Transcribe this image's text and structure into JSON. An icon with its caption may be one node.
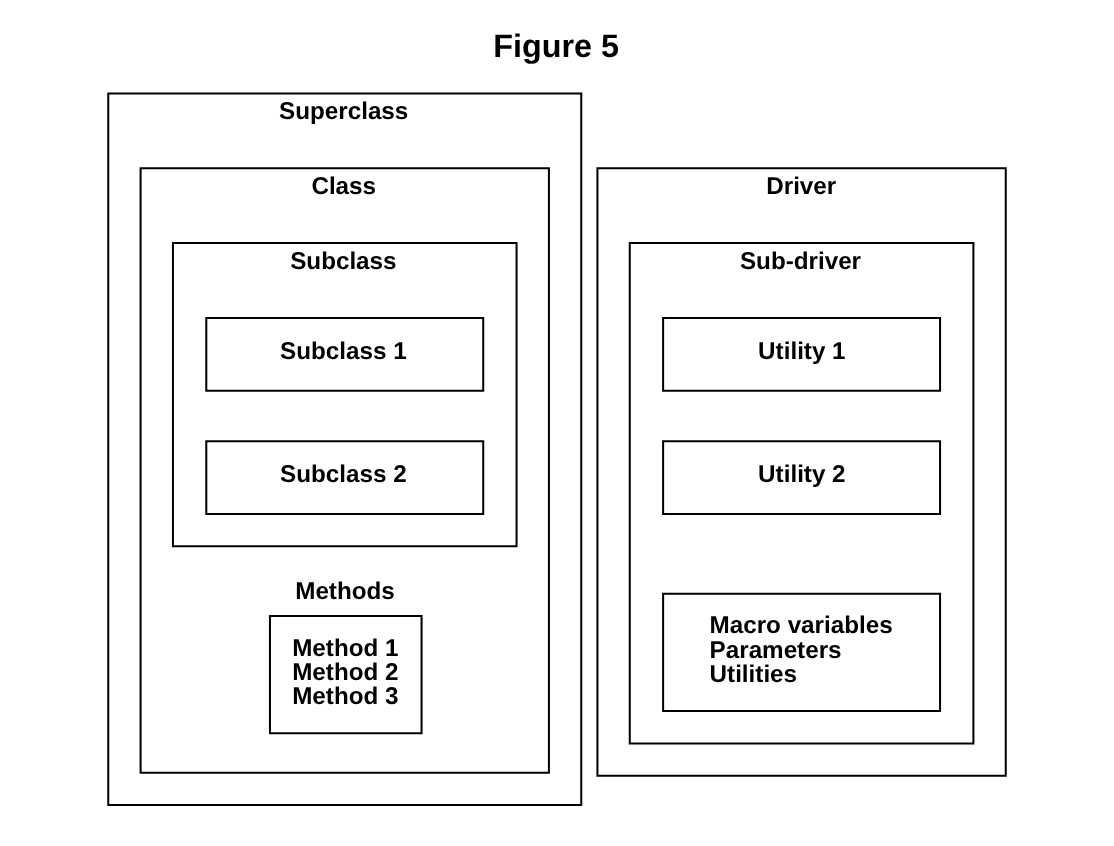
{
  "diagram": {
    "title": "Figure 5",
    "nodes": [
      {
        "text": [
          "Superclass"
        ]
      },
      {
        "text": [
          "Class"
        ],
        "in": 0
      },
      {
        "text": [
          "Subclass"
        ],
        "in": 1
      },
      {
        "text": [
          "Subclass 1"
        ],
        "in": 2
      },
      {
        "text": [
          "Subclass 2"
        ],
        "in": 2
      },
      {
        "text": [
          "Methods",
          "Method 1",
          "Method 2",
          "Method 3"
        ],
        "in": 1
      },
      {
        "text": [
          "Driver"
        ]
      },
      {
        "text": [
          "Sub-driver"
        ],
        "in": 6
      },
      {
        "text": [
          "Utility 1"
        ],
        "in": 7
      },
      {
        "text": [
          "Utility 2"
        ],
        "in": 7
      },
      {
        "text": [
          "Macro variables",
          "Parameters",
          "Utilities"
        ],
        "in": 7
      }
    ],
    "edges": []
  }
}
